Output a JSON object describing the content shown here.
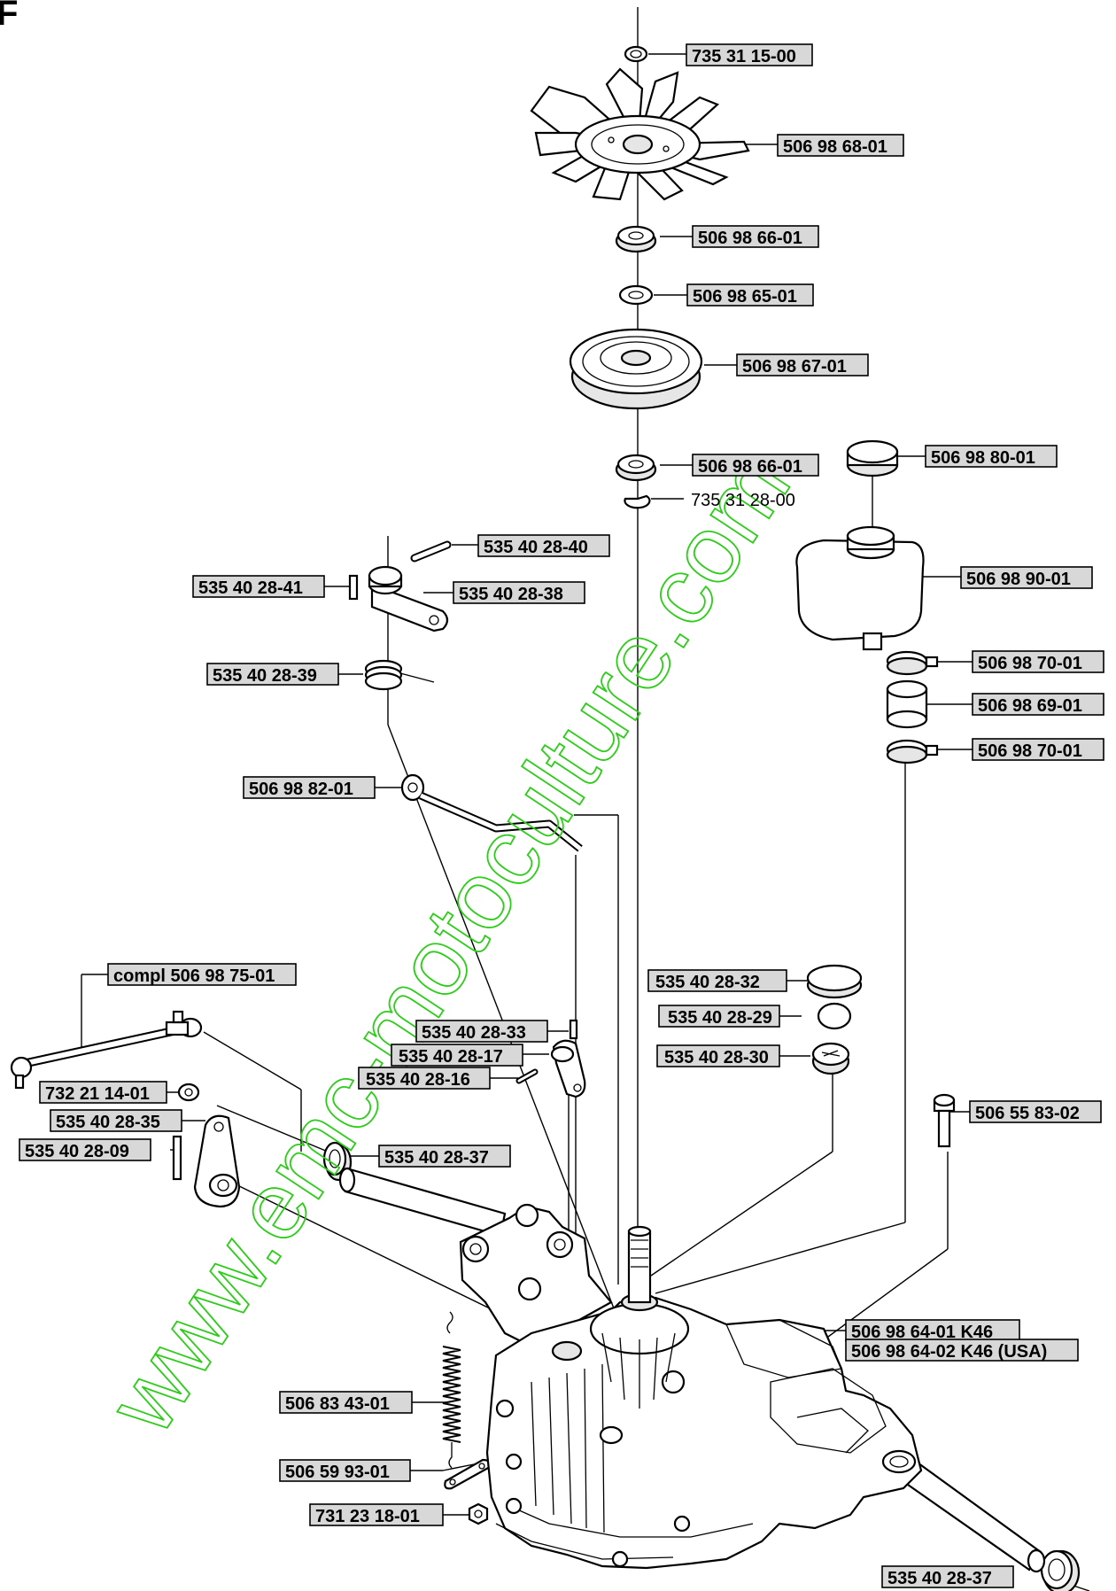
{
  "page_marker": "F",
  "watermark": "www.emc-motoculture.com",
  "labels": {
    "p_735311500": "735 31 15-00",
    "p_506986801": "506 98 68-01",
    "p_506986601_top": "506 98 66-01",
    "p_506986501": "506 98 65-01",
    "p_506986701": "506 98 67-01",
    "p_506986601_bottom": "506 98 66-01",
    "p_735312800": "735 31 28-00",
    "p_506988001": "506 98 80-01",
    "p_535402840": "535 40 28-40",
    "p_535402841": "535 40 28-41",
    "p_535402838": "535 40 28-38",
    "p_506989001": "506 98 90-01",
    "p_535402839": "535 40 28-39",
    "p_506987001_top": "506 98 70-01",
    "p_506986901": "506 98 69-01",
    "p_506987001_bottom": "506 98 70-01",
    "p_506988201": "506 98 82-01",
    "p_compl506987501": "compl 506 98 75-01",
    "p_535402832": "535 40 28-32",
    "p_535402829": "535 40 28-29",
    "p_535402833": "535 40 28-33",
    "p_535402817": "535 40 28-17",
    "p_535402830": "535 40 28-30",
    "p_535402816": "535 40 28-16",
    "p_732211401": "732 21 14-01",
    "p_506558302": "506 55 83-02",
    "p_535402835": "535 40 28-35",
    "p_535402809": "535 40 28-09",
    "p_535402837_left": "535 40 28-37",
    "p_506986401": "506 98 64-01 K46",
    "p_506986402": "506 98 64-02 K46 (USA)",
    "p_506834301": "506 83 43-01",
    "p_506599301": "506 59 93-01",
    "p_731231801": "731 23 18-01",
    "p_535402837_right": "535 40 28-37"
  }
}
